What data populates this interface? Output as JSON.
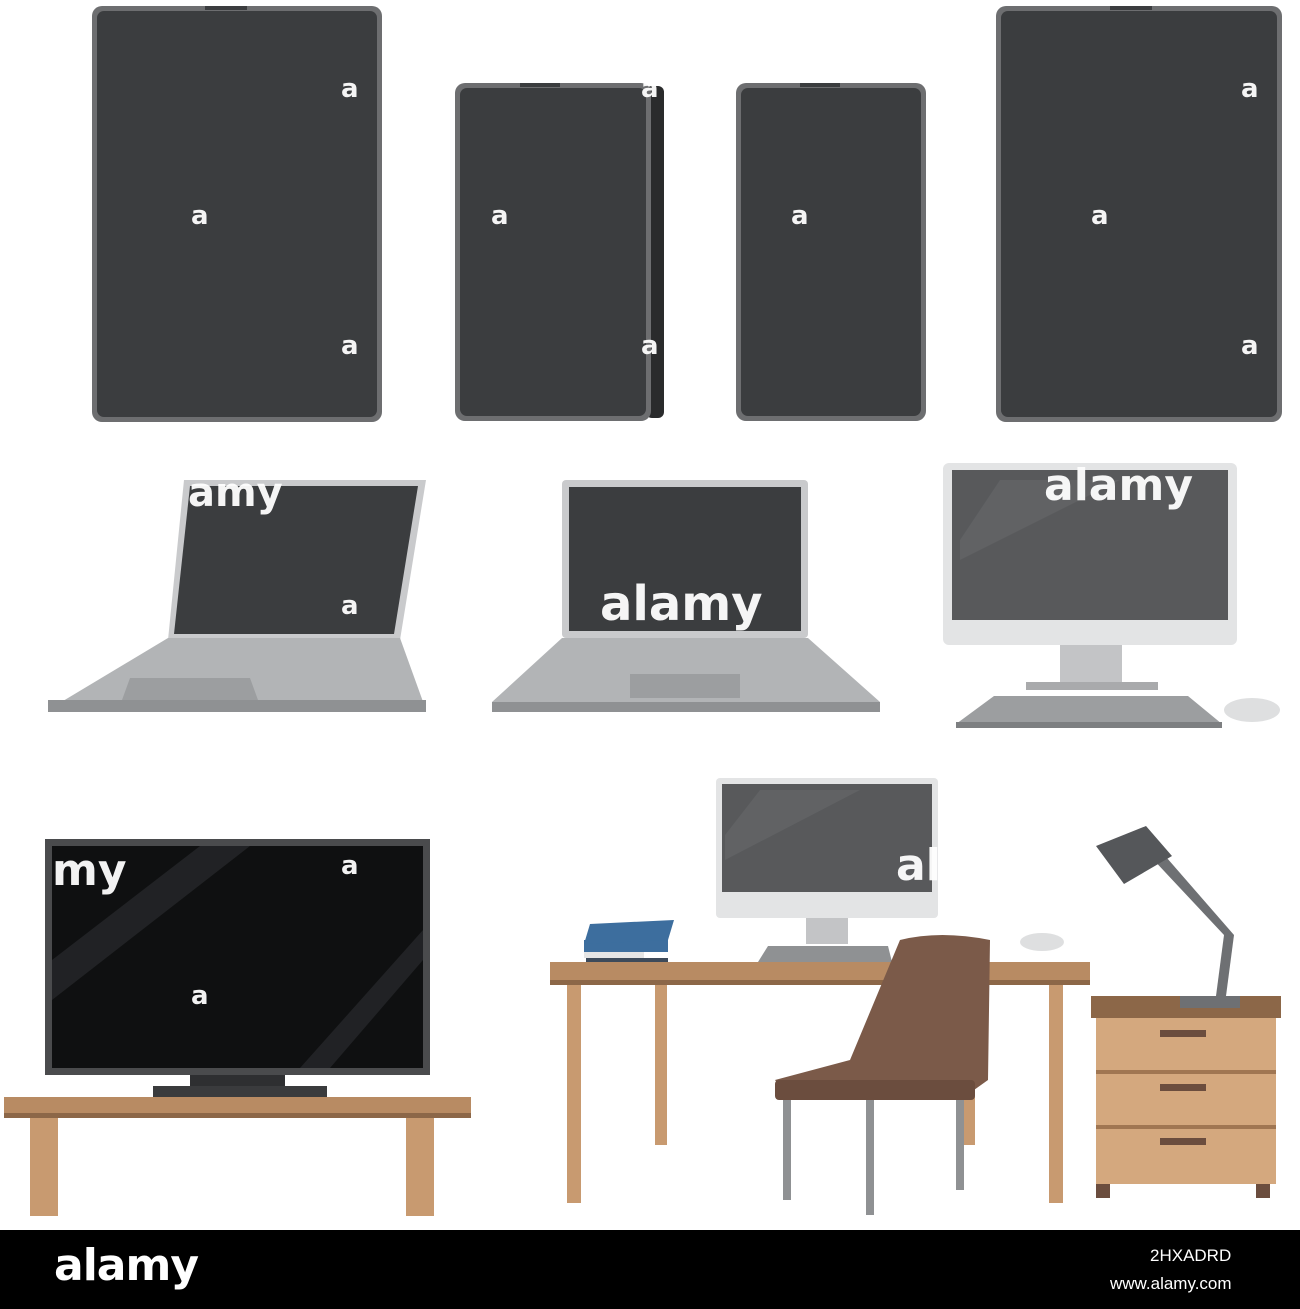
{
  "watermark": {
    "brand": "alamy",
    "fragment_my": "my",
    "fragment_al": "al",
    "fragment_amy": "amy",
    "letter": "a"
  },
  "footer": {
    "logo": "alamy",
    "image_id": "2HXADRD",
    "url": "www.alamy.com"
  },
  "colors": {
    "screen": "#3b3d3f",
    "device_frame": "#6d6e70",
    "laptop_body": "#b2b4b6",
    "monitor_frame": "#e3e4e5",
    "tv_screen": "#0f1011",
    "wood": "#b88b63",
    "wood_dark": "#8c6748",
    "chair": "#7b5a49",
    "book_blue": "#3d6e9e",
    "lamp": "#6e7073"
  }
}
